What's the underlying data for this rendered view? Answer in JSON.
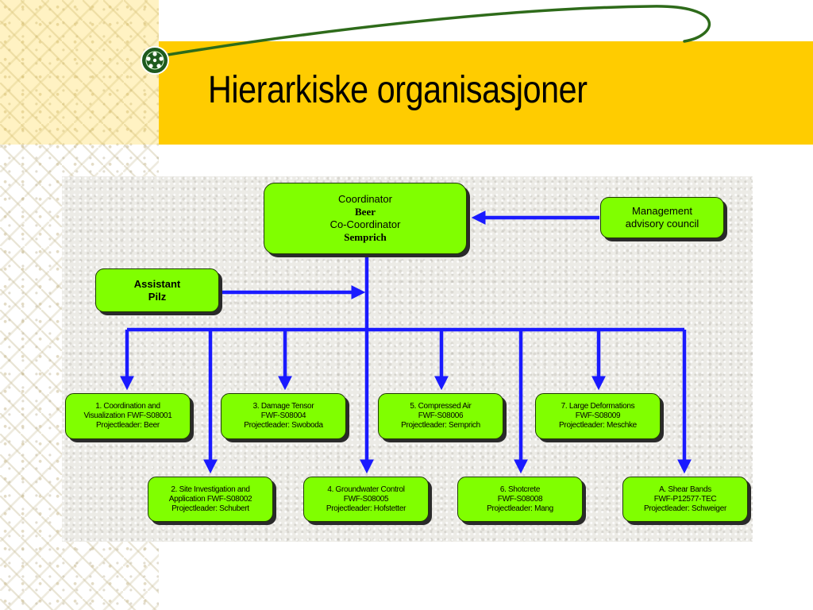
{
  "slide": {
    "title": "Hierarkiske organisasjoner"
  },
  "colors": {
    "title_band": "#ffcc00",
    "node_fill": "#80ff00",
    "connector": "#1a1aff",
    "swoosh": "#2e6b1a"
  },
  "diagram": {
    "coordinator": {
      "line1": "Coordinator",
      "line2": "Beer",
      "line3": "Co-Coordinator",
      "line4": "Semprich"
    },
    "management": {
      "line1": "Management",
      "line2": "advisory council"
    },
    "assistant": {
      "line1": "Assistant",
      "line2": "Pilz"
    },
    "projects": [
      {
        "line1": "1. Coordination and",
        "line2": "Visualization  FWF-S08001",
        "line3": "Projectleader: Beer"
      },
      {
        "line1": "2. Site Investigation and",
        "line2": "Application  FWF-S08002",
        "line3": "Projectleader: Schubert"
      },
      {
        "line1": "3. Damage Tensor",
        "line2": "FWF-S08004",
        "line3": "Projectleader: Swoboda"
      },
      {
        "line1": "4. Groundwater Control",
        "line2": "FWF-S08005",
        "line3": "Projectleader: Hofstetter"
      },
      {
        "line1": "5. Compressed Air",
        "line2": "FWF-S08006",
        "line3": "Projectleader: Semprich"
      },
      {
        "line1": "6. Shotcrete",
        "line2": "FWF-S08008",
        "line3": "Projectleader: Mang"
      },
      {
        "line1": "7. Large Deformations",
        "line2": "FWF-S08009",
        "line3": "Projectleader: Meschke"
      },
      {
        "line1": "A. Shear Bands",
        "line2": "FWF-P12577-TEC",
        "line3": "Projectleader: Schweiger"
      }
    ]
  }
}
